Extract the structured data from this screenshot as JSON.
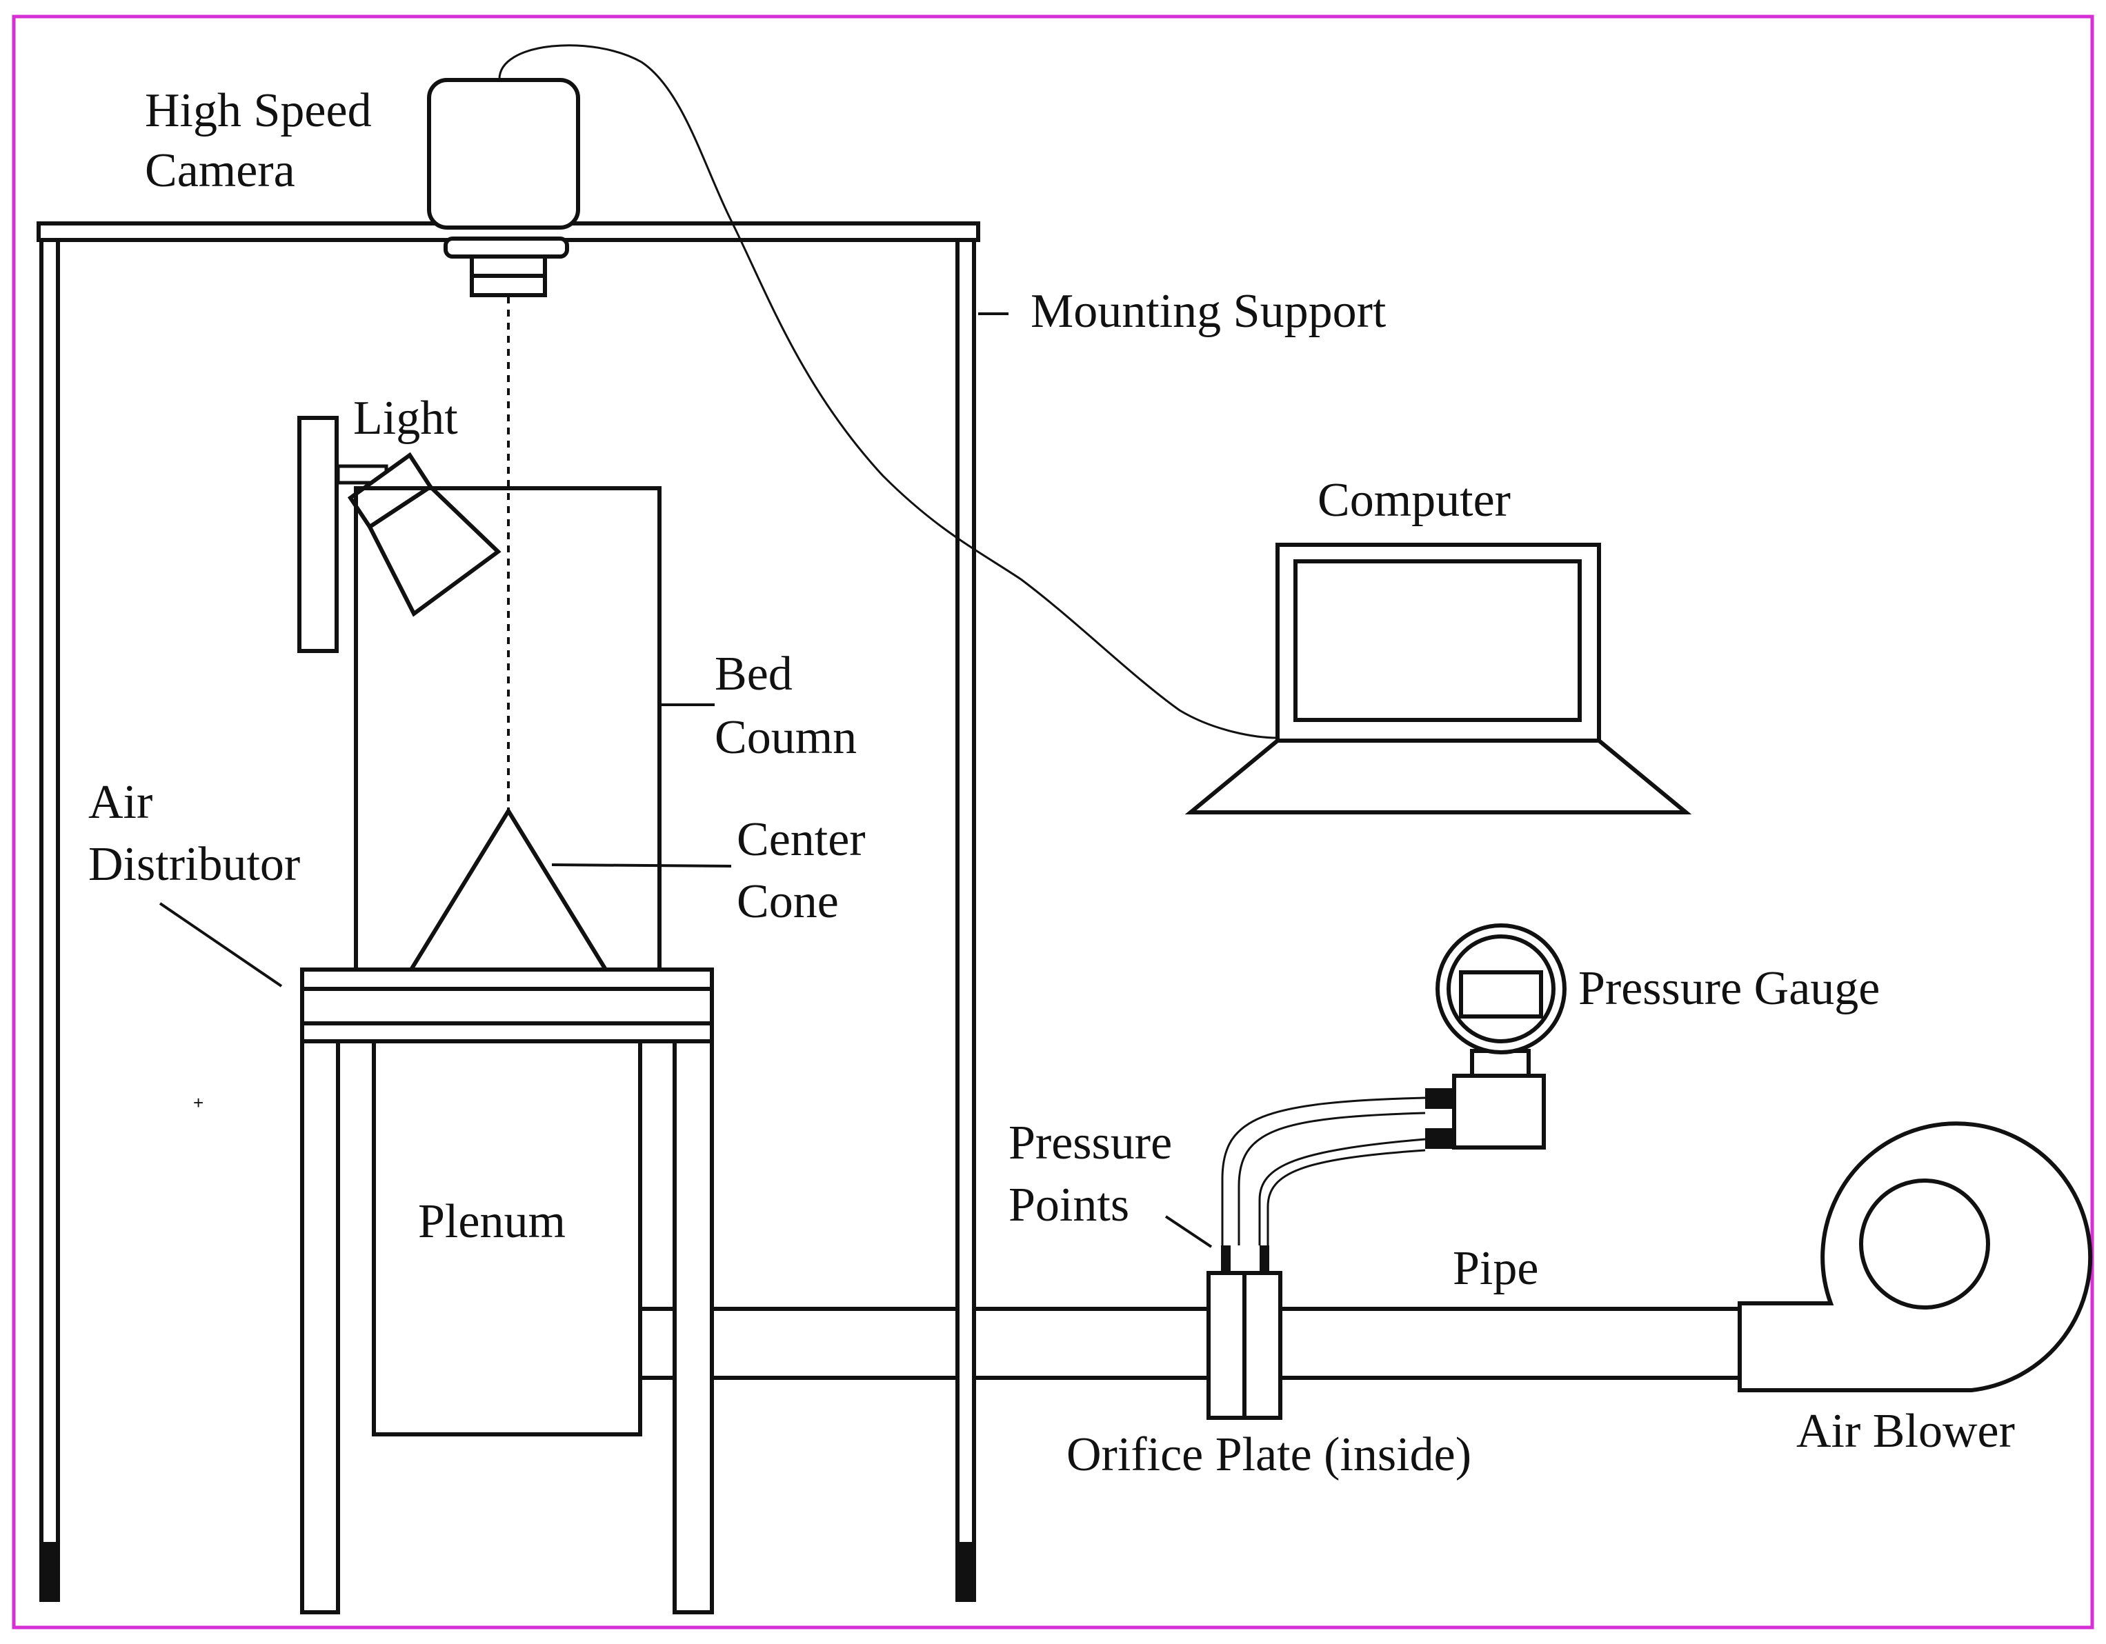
{
  "labels": {
    "camera_line1": "High Speed",
    "camera_line2": "Camera",
    "mounting_support": "Mounting Support",
    "light": "Light",
    "computer": "Computer",
    "bed_line1": "Bed",
    "bed_line2": "Coumn",
    "air_dist_line1": "Air",
    "air_dist_line2": "Distributor",
    "cone_line1": "Center",
    "cone_line2": "Cone",
    "pressure_gauge": "Pressure Gauge",
    "pressure_points_line1": "Pressure",
    "pressure_points_line2": "Points",
    "plenum": "Plenum",
    "pipe": "Pipe",
    "orifice_plate": "Orifice Plate (inside)",
    "air_blower": "Air Blower"
  },
  "colors": {
    "frame_border": "#d62fd6",
    "stroke": "#111111",
    "background": "#ffffff"
  }
}
